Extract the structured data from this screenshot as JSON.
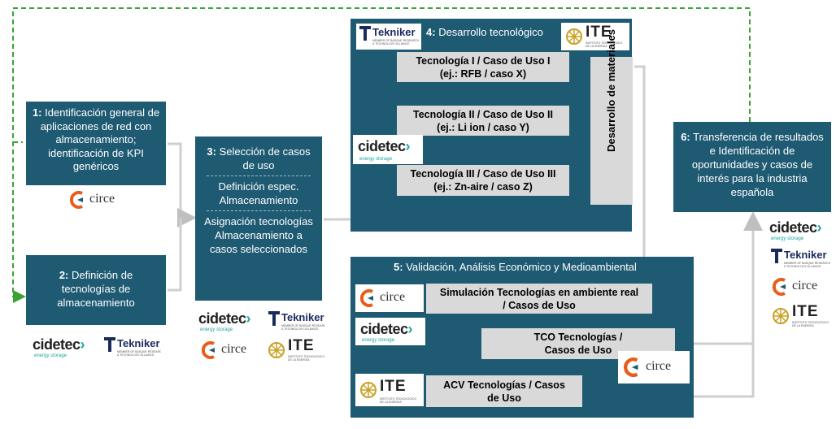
{
  "box1": {
    "num": "1:",
    "text": "Identificación general de aplicaciones de red con almacenamiento; identificación de KPI genéricos"
  },
  "box2": {
    "num": "2:",
    "text": "Definición de tecnologías de almacenamiento"
  },
  "box3": {
    "num": "3:",
    "title": "Selección de casos de uso",
    "sub1": "Definición espec. Almacenamiento",
    "sub2": "Asignación tecnologías Almacenamiento a casos seleccionados"
  },
  "box4": {
    "num": "4:",
    "title": "Desarrollo tecnológico",
    "tech1": {
      "line1": "Tecnología I / Caso de Uso I",
      "line2": "(ej.:  RFB / caso X)"
    },
    "tech2": {
      "line1": "Tecnología II / Caso de Uso II",
      "line2": "(ej.:  Li ion / caso Y)"
    },
    "tech3": {
      "line1": "Tecnología III / Caso de Uso III",
      "line2": "(ej.:  Zn-aire / caso Z)"
    },
    "materials": "Desarrollo de materiales"
  },
  "box5": {
    "num": "5:",
    "title": "Validación, Análisis Económico y Medioambiental",
    "sim": {
      "line1": "Simulación Tecnologías en ambiente real",
      "line2": "/ Casos de Uso"
    },
    "tco": {
      "line1": "TCO Tecnologías /",
      "line2": "Casos de Uso"
    },
    "acv": {
      "line1": "ACV Tecnologías / Casos",
      "line2": "de Uso"
    }
  },
  "box6": {
    "num": "6:",
    "text": "Transferencia de resultados e Identificación de oportunidades  y casos de interés para la industria española"
  },
  "logos": {
    "circe": "circe",
    "cidetec": "cidetec",
    "cidetec_sub": "energy storage",
    "tekniker": "Tekniker",
    "tekniker_sub": "MEMBER OF BASQUE RESEARCH & TECHNOLOGY ALLIANCE",
    "ite": "ITE",
    "ite_sub": "INSTITUTO TECNOLÓGICO DE LA ENERGÍA"
  },
  "colors": {
    "box": "#1f5a73",
    "gray": "#d9d9d9",
    "dashed_arrow": "#3aa335",
    "connector": "#cfcfcf"
  }
}
